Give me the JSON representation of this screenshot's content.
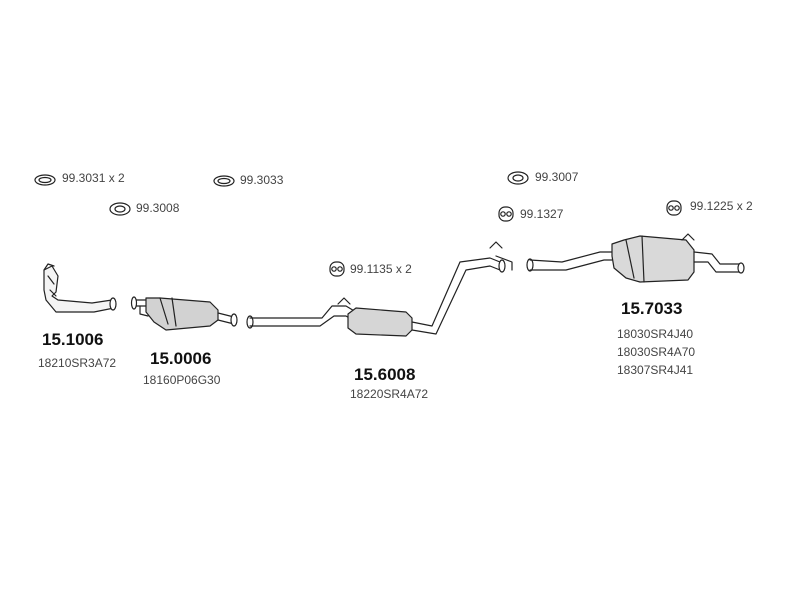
{
  "gaskets": {
    "g1": "99.3031 x 2",
    "g2": "99.3033",
    "g3": "99.3008",
    "g4": "99.3007",
    "g5": "99.1327",
    "g6": "99.1225 x 2",
    "g7": "99.1135 x 2"
  },
  "parts": {
    "front_pipe": {
      "code": "15.1006",
      "oe": [
        "18210SR3A72"
      ]
    },
    "catalyst": {
      "code": "15.0006",
      "oe": [
        "18160P06G30"
      ]
    },
    "centre_silencer": {
      "code": "15.6008",
      "oe": [
        "18220SR4A72"
      ]
    },
    "rear_silencer": {
      "code": "15.7033",
      "oe": [
        "18030SR4J40",
        "18030SR4A70",
        "18307SR4J41"
      ]
    }
  }
}
